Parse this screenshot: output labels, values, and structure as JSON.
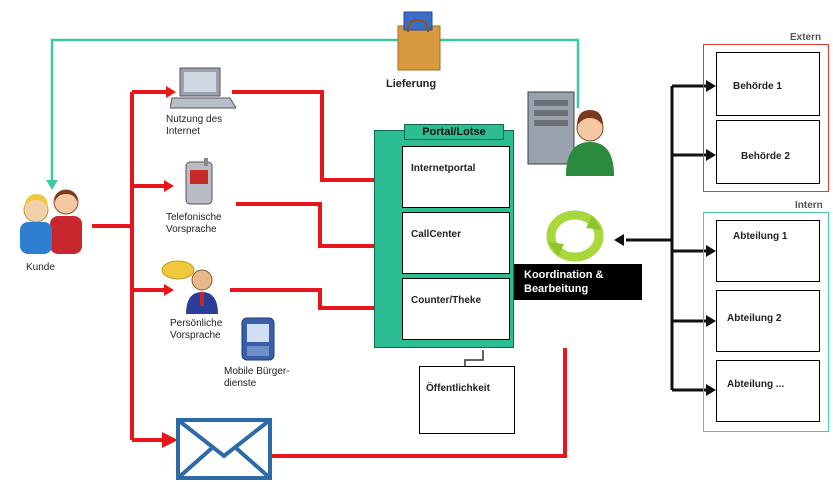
{
  "diagram": {
    "delivery_label": "Lieferung",
    "customer_label": "Kunde",
    "channels": [
      {
        "label": "Nutzung des\nInternet"
      },
      {
        "label": "Telefonische\nVorsprache"
      },
      {
        "label": "Persönliche\nVorsprache"
      },
      {
        "label": "Mobile Bürger-\ndienste"
      }
    ],
    "portal": {
      "title": "Portal/Lotse",
      "items": [
        "Internetportal",
        "CallCenter",
        "Counter/Theke"
      ]
    },
    "public_label": "Öffentlichkeit",
    "coordination_label": "Koordination &\nBearbeitung",
    "external": {
      "title": "Extern",
      "items": [
        "Behörde 1",
        "Behörde 2"
      ]
    },
    "internal": {
      "title": "Intern",
      "items": [
        "Abteilung 1",
        "Abteilung 2",
        "Abteilung ..."
      ]
    },
    "colors": {
      "red_line": "#e8161b",
      "teal_line": "#3cc8a2",
      "portal_fill": "#2dbd92",
      "external_border": "#e53a3a",
      "internal_border": "#49c9a6"
    }
  }
}
